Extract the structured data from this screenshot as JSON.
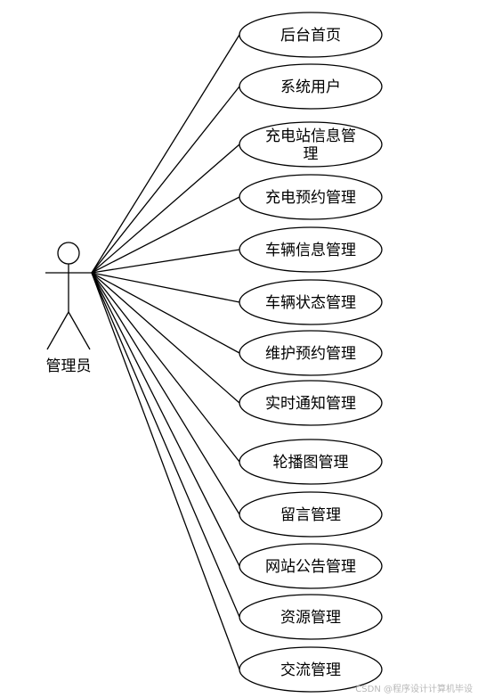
{
  "actor": {
    "label": "管理员"
  },
  "use_cases": [
    {
      "lines": [
        "后台首页"
      ]
    },
    {
      "lines": [
        "系统用户"
      ]
    },
    {
      "lines": [
        "充电站信息管",
        "理"
      ]
    },
    {
      "lines": [
        "充电预约管理"
      ]
    },
    {
      "lines": [
        "车辆信息管理"
      ]
    },
    {
      "lines": [
        "车辆状态管理"
      ]
    },
    {
      "lines": [
        "维护预约管理"
      ]
    },
    {
      "lines": [
        "实时通知管理"
      ]
    },
    {
      "lines": [
        "轮播图管理"
      ]
    },
    {
      "lines": [
        "留言管理"
      ]
    },
    {
      "lines": [
        "网站公告管理"
      ]
    },
    {
      "lines": [
        "资源管理"
      ]
    },
    {
      "lines": [
        "交流管理"
      ]
    }
  ],
  "watermark": "CSDN @程序设计计算机毕设",
  "colors": {
    "stroke": "#000000",
    "background": "#ffffff",
    "watermark": "#b8b8b8"
  }
}
